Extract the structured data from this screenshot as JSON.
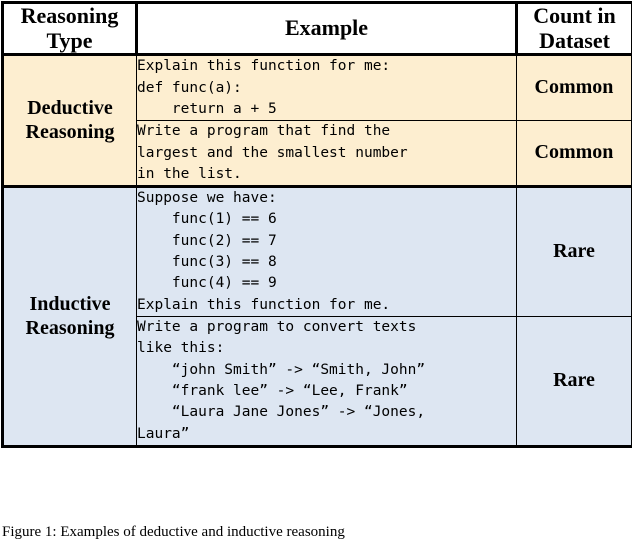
{
  "figure": {
    "caption": "Figure 1: Examples of deductive and inductive reasoning"
  },
  "table": {
    "headers": {
      "type": "Reasoning\nType",
      "type_line1": "Reasoning",
      "type_line2": "Type",
      "example": "Example",
      "count_line1": "Count in",
      "count_line2": "Dataset"
    },
    "groups": [
      {
        "name": "deductive",
        "type_line1": "Deductive",
        "type_line2": "Reasoning",
        "background": "#fdeed0",
        "rows": [
          {
            "example": "Explain this function for me:\ndef func(a):\n    return a + 5",
            "count": "Common"
          },
          {
            "example": "Write a program that find the\nlargest and the smallest number\nin the list.",
            "count": "Common"
          }
        ]
      },
      {
        "name": "inductive",
        "type_line1": "Inductive",
        "type_line2": "Reasoning",
        "background": "#dde6f2",
        "rows": [
          {
            "example": "Suppose we have:\n    func(1) == 6\n    func(2) == 7\n    func(3) == 8\n    func(4) == 9\nExplain this function for me.",
            "count": "Rare"
          },
          {
            "example": "Write a program to convert texts\nlike this:\n    “john Smith” -> “Smith, John”\n    “frank lee” -> “Lee, Frank”\n    “Laura Jane Jones” -> “Jones,\nLaura”",
            "count": "Rare"
          }
        ]
      }
    ]
  },
  "colors": {
    "deductive_bg": "#fdeed0",
    "inductive_bg": "#dde6f2",
    "border": "#000000",
    "text": "#000000",
    "page_bg": "#ffffff"
  }
}
